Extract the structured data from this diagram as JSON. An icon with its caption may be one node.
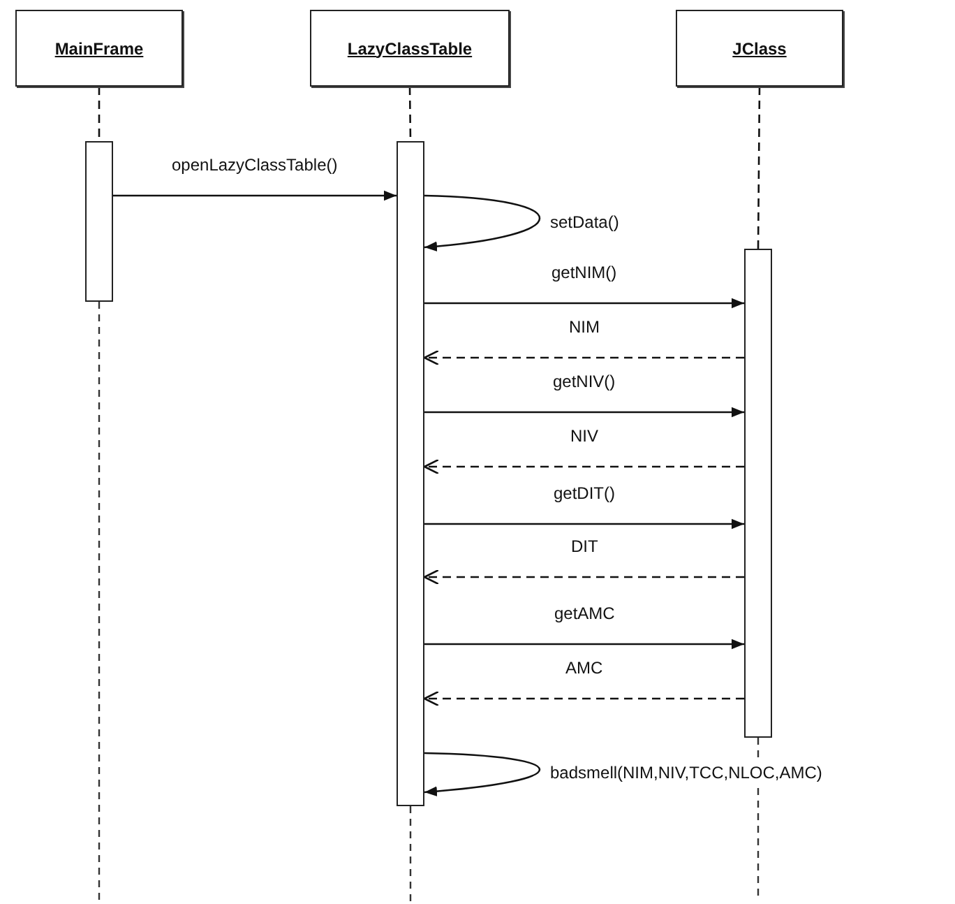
{
  "diagram": {
    "nodes": [
      {
        "text": [
          "MainFrame"
        ]
      },
      {
        "text": [
          "LazyClassTable"
        ]
      },
      {
        "text": [
          "JClass"
        ]
      },
      {
        "text": [],
        "shape": "bar"
      },
      {
        "text": [],
        "shape": "bar"
      },
      {
        "text": [],
        "shape": "bar"
      }
    ],
    "edges": [
      {
        "from": 0,
        "to": 3,
        "arrow": "none",
        "style": "dashed"
      },
      {
        "from": 1,
        "to": 4,
        "arrow": "none",
        "style": "dashed"
      },
      {
        "from": 2,
        "to": 5,
        "arrow": "none",
        "style": "dashed"
      },
      {
        "from": 3,
        "to": 4,
        "arrow": "to",
        "label": "openLazyClassTable()"
      },
      {
        "from": 4,
        "to": 4,
        "arrow": "to",
        "label": "setData()"
      },
      {
        "from": 4,
        "to": 5,
        "arrow": "to",
        "label": "getNIM()"
      },
      {
        "from": 5,
        "to": 4,
        "arrow": "to",
        "label": "NIM",
        "style": "dashed"
      },
      {
        "from": 4,
        "to": 5,
        "arrow": "to",
        "label": "getNIV()"
      },
      {
        "from": 5,
        "to": 4,
        "arrow": "to",
        "label": "NIV",
        "style": "dashed"
      },
      {
        "from": 4,
        "to": 5,
        "arrow": "to",
        "label": "getDIT()"
      },
      {
        "from": 5,
        "to": 4,
        "arrow": "to",
        "label": "DIT",
        "style": "dashed"
      },
      {
        "from": 4,
        "to": 5,
        "arrow": "to",
        "label": "getAMC"
      },
      {
        "from": 5,
        "to": 4,
        "arrow": "to",
        "label": "AMC",
        "style": "dashed"
      },
      {
        "from": 4,
        "to": 4,
        "arrow": "to",
        "label": "badsmell(NIM,NIV,TCC,NLOC,AMC)"
      }
    ]
  }
}
